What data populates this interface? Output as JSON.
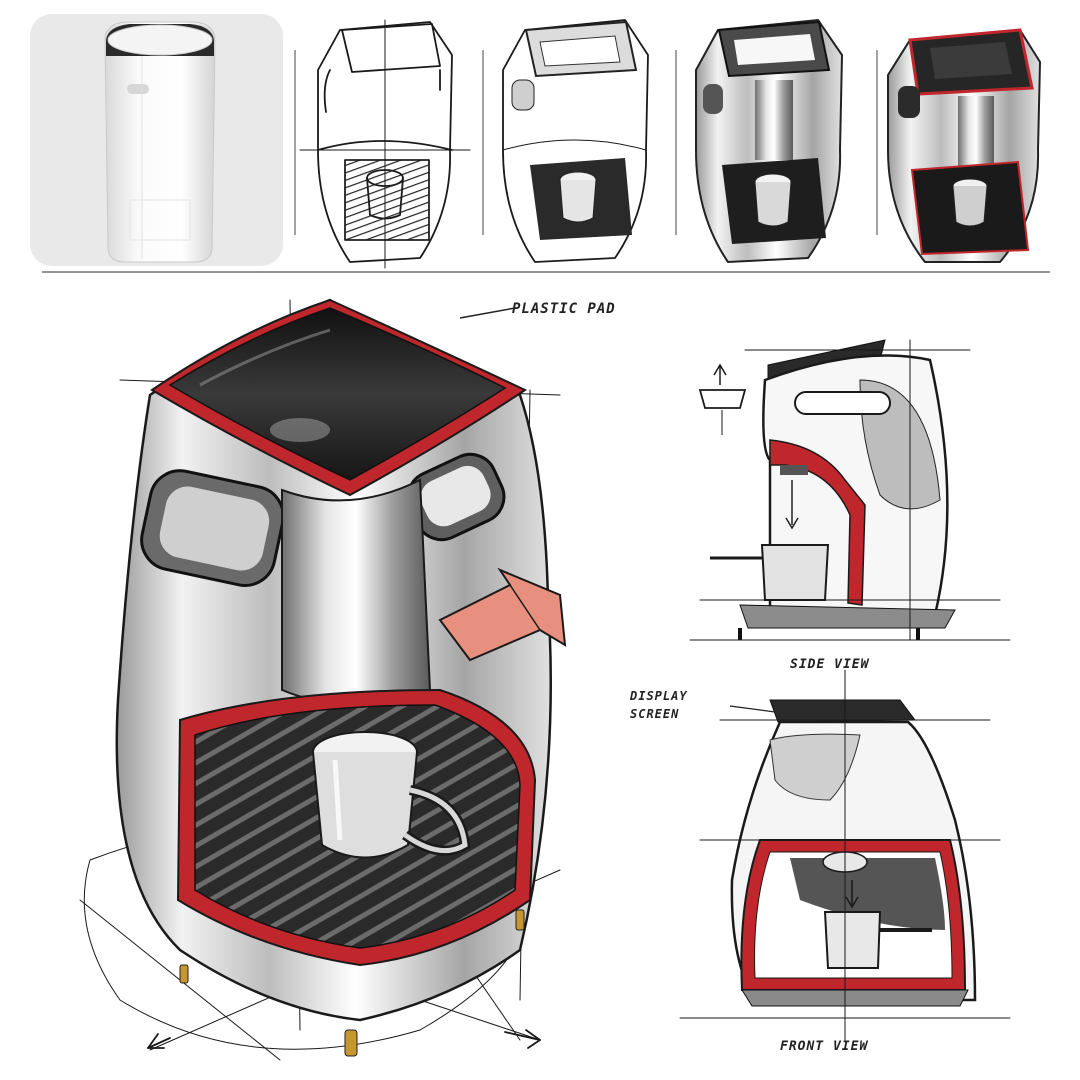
{
  "sheet": {
    "top_row": [
      {
        "id": "reference",
        "kind": "product-photo"
      },
      {
        "id": "step-1",
        "kind": "line-sketch"
      },
      {
        "id": "step-2",
        "kind": "line-sketch-shaded"
      },
      {
        "id": "step-3",
        "kind": "line-sketch-rendered"
      },
      {
        "id": "step-4",
        "kind": "line-sketch-colored"
      }
    ],
    "annotations": {
      "main_top": "PLASTIC PAD",
      "side_view": "SIDE VIEW",
      "display_screen_line1": "DISPLAY",
      "display_screen_line2": "SCREEN",
      "front_view": "FRONT VIEW"
    }
  },
  "colors": {
    "ink": "#1a1a1a",
    "accent_red": "#c0272d",
    "salmon": "#e8907f",
    "chrome_light": "#e7e7e7",
    "chrome_mid": "#a9a9a9",
    "chrome_dark": "#4a4a4a",
    "panel_black": "#1d1d1d",
    "photo_bg": "#e9e9e9"
  },
  "icons": {
    "flow_arrow": "large-pink-arrow-icon",
    "dimension_arrows": "dimension-arrow-icon"
  }
}
